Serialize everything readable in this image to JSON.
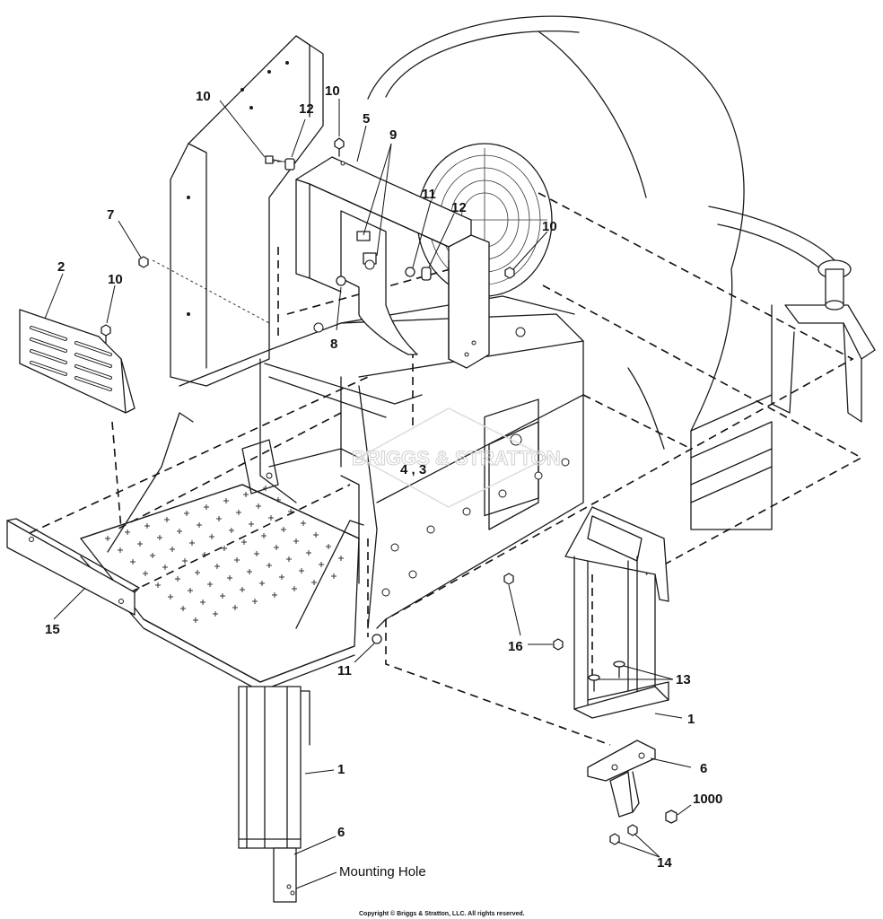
{
  "diagram": {
    "watermark": "BRIGGS & STRATTON",
    "copyright": "Copyright © Briggs & Stratton, LLC. All rights reserved.",
    "callouts": {
      "c10a": "10",
      "c12a": "12",
      "c10b": "10",
      "c5": "5",
      "c9": "9",
      "c7": "7",
      "c11a": "11",
      "c12b": "12",
      "c10c": "10",
      "c2": "2",
      "c10d": "10",
      "c8": "8",
      "c4_3": "4 , 3",
      "c15": "15",
      "c11b": "11",
      "c16": "16",
      "c13": "13",
      "c1a": "1",
      "c6a": "6",
      "c1000": "1000",
      "c14": "14",
      "c1b": "1",
      "c6b": "6",
      "mounting_hole": "Mounting Hole"
    }
  }
}
